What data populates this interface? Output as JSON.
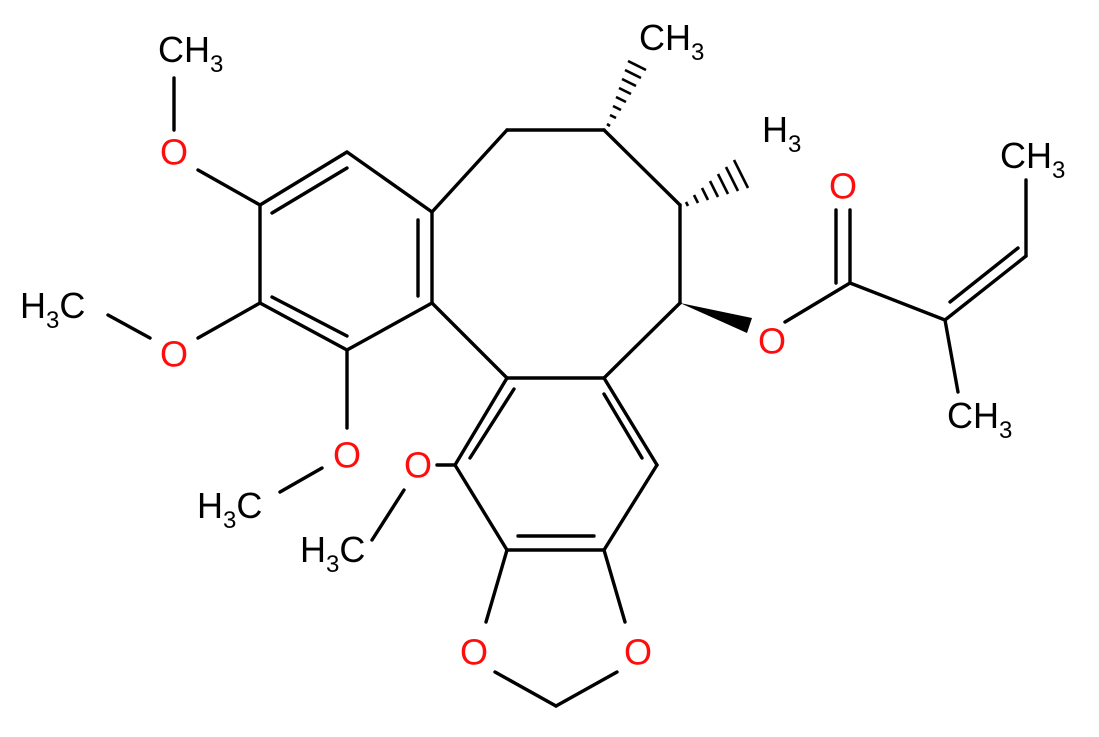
{
  "molecule": {
    "atom_color": "#ff0d0d",
    "bond_color": "#000000",
    "oxygen_label": "O",
    "labels": {
      "top_ch3": {
        "main": "CH",
        "sub": "3"
      },
      "methyl_top_right": {
        "main": "CH",
        "sub": "3"
      },
      "methyl_ring": {
        "main": "H",
        "sub": "3"
      },
      "ester_ch3_top": {
        "main": "CH",
        "sub": "3"
      },
      "ester_ch3_bottom": {
        "main": "CH",
        "sub": "3"
      },
      "h3c_left": {
        "pre": "H",
        "sub": "3",
        "post": "C"
      },
      "h3c_lower": {
        "pre": "H",
        "sub": "3",
        "post": "C"
      },
      "h3c_bottom": {
        "pre": "H",
        "sub": "3",
        "post": "C"
      }
    }
  }
}
